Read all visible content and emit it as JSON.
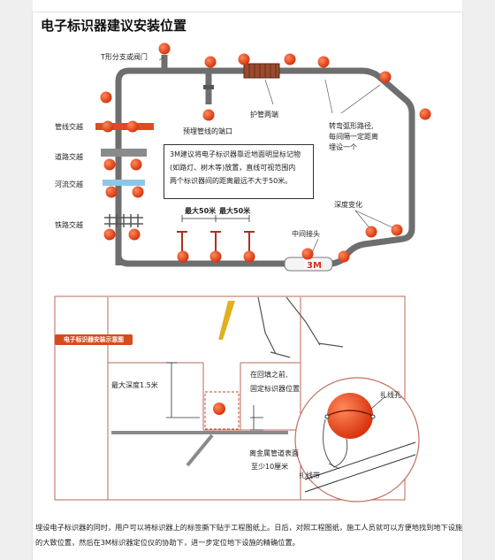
{
  "title": "电子标识器建议安装位置",
  "labels": {
    "t_branch": "T形分支或阀门",
    "pipe_cross": "管线交越",
    "road_cross": "道路交越",
    "river_cross": "河流交越",
    "rail_cross": "铁路交越",
    "reserved_port": "预埋管线的端口",
    "protect_end": "护管两端",
    "turn": "转弯弧形路径,",
    "turn2": "每间隔一定距离",
    "turn3": "埋设一个",
    "depth_change": "深度变化",
    "middle_joint": "中间接头",
    "max50_a": "最大50米",
    "max50_b": "最大50米"
  },
  "callout_lines": [
    "3M建议将电子标识器靠近地面明显标记物",
    "(如路灯、树木等)放置，直线可视范围内",
    "两个标识器间的距离最远不大于50米。"
  ],
  "brand_logo": "3M",
  "diagram2": {
    "tag": "电子标识器安装示意图",
    "max_depth": "最大深度1.5米",
    "before_backfill": "在回填之前,",
    "fix_marker": "固定标识器位置",
    "distance1": "离金属管道表面",
    "distance2": "至少10厘米",
    "tie_hole": "扎线孔",
    "tie_strap": "扎线带"
  },
  "bottom_text": "埋设电子标识器的同时，用户可以将标识器上的标签撕下贴于工程图纸上。日后，对照工程图纸，施工人员就可以方便地找到地下设施的大致位置，然后在3M标识器定位仪的协助下，进一步定位地下设施的精确位置。",
  "colors": {
    "pipe": "#6e6e6e",
    "marker": "#e8431c",
    "accent_red": "#d94a1b"
  }
}
